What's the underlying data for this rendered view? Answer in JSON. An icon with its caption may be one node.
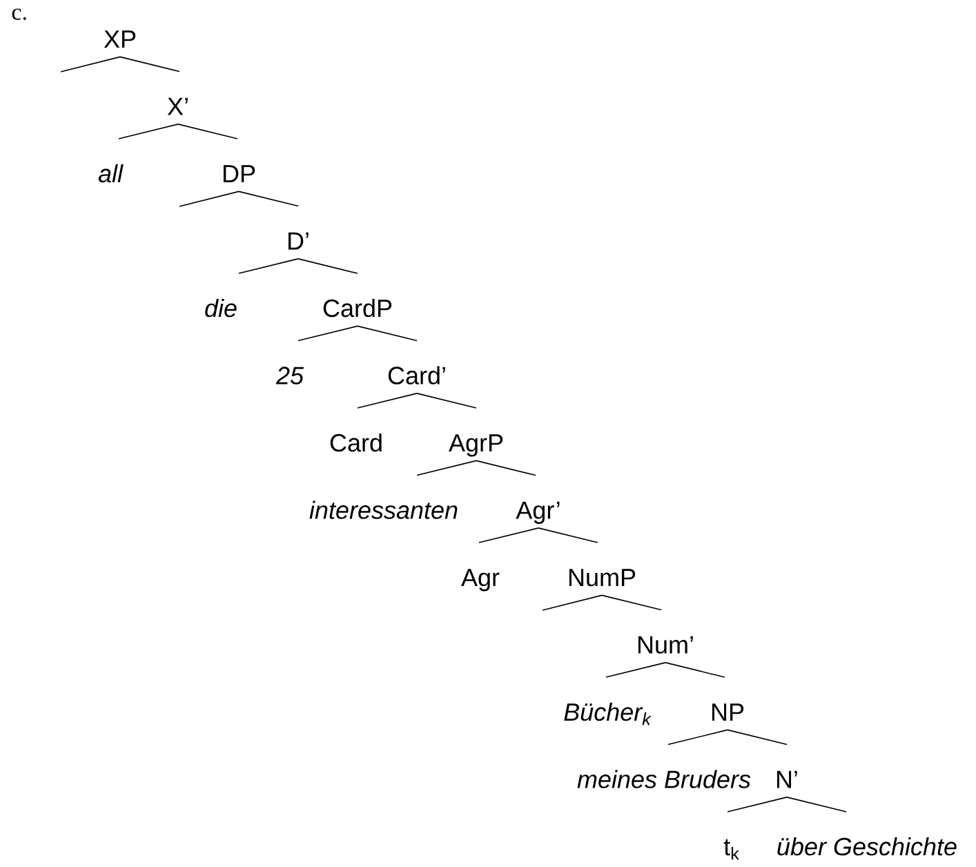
{
  "diagram": {
    "nodes": [
      {
        "text": [
          "XP"
        ]
      },
      {
        "text": [
          "X’"
        ]
      },
      {
        "text": [
          "all"
        ]
      },
      {
        "text": [
          "DP"
        ]
      },
      {
        "text": [
          "D’"
        ]
      },
      {
        "text": [
          "die"
        ]
      },
      {
        "text": [
          "CardP"
        ]
      },
      {
        "text": [
          "25"
        ]
      },
      {
        "text": [
          "Card’"
        ]
      },
      {
        "text": [
          "Card"
        ]
      },
      {
        "text": [
          "AgrP"
        ]
      },
      {
        "text": [
          "interessanten"
        ]
      },
      {
        "text": [
          "Agr’"
        ]
      },
      {
        "text": [
          "Agr"
        ]
      },
      {
        "text": [
          "NumP"
        ]
      },
      {
        "text": [
          "Num’"
        ]
      },
      {
        "text": [
          "Bücher$_{k}$"
        ]
      },
      {
        "text": [
          "NP"
        ]
      },
      {
        "text": [
          "meines Bruders"
        ]
      },
      {
        "text": [
          "N’"
        ]
      },
      {
        "text": [
          "t$_{k}$"
        ]
      },
      {
        "text": [
          "über Geschichte"
        ]
      }
    ],
    "edges": [
      {
        "from": 0,
        "to": null,
        "arrow": "none"
      },
      {
        "from": 0,
        "to": 1,
        "arrow": "none"
      },
      {
        "from": 1,
        "to": 2,
        "arrow": "none"
      },
      {
        "from": 1,
        "to": 3,
        "arrow": "none"
      },
      {
        "from": 3,
        "to": null,
        "arrow": "none"
      },
      {
        "from": 3,
        "to": 4,
        "arrow": "none"
      },
      {
        "from": 4,
        "to": 5,
        "arrow": "none"
      },
      {
        "from": 4,
        "to": 6,
        "arrow": "none"
      },
      {
        "from": 6,
        "to": 7,
        "arrow": "none"
      },
      {
        "from": 6,
        "to": 8,
        "arrow": "none"
      },
      {
        "from": 8,
        "to": 9,
        "arrow": "none"
      },
      {
        "from": 8,
        "to": 10,
        "arrow": "none"
      },
      {
        "from": 10,
        "to": 11,
        "arrow": "none"
      },
      {
        "from": 10,
        "to": 12,
        "arrow": "none"
      },
      {
        "from": 12,
        "to": 13,
        "arrow": "none"
      },
      {
        "from": 12,
        "to": 14,
        "arrow": "none"
      },
      {
        "from": 14,
        "to": null,
        "arrow": "none"
      },
      {
        "from": 14,
        "to": 15,
        "arrow": "none"
      },
      {
        "from": 15,
        "to": 16,
        "arrow": "none"
      },
      {
        "from": 15,
        "to": 17,
        "arrow": "none"
      },
      {
        "from": 17,
        "to": 18,
        "arrow": "none"
      },
      {
        "from": 17,
        "to": 19,
        "arrow": "none"
      },
      {
        "from": 19,
        "to": 20,
        "arrow": "none"
      },
      {
        "from": 19,
        "to": 21,
        "arrow": "none"
      }
    ],
    "labels": [
      "c."
    ]
  }
}
